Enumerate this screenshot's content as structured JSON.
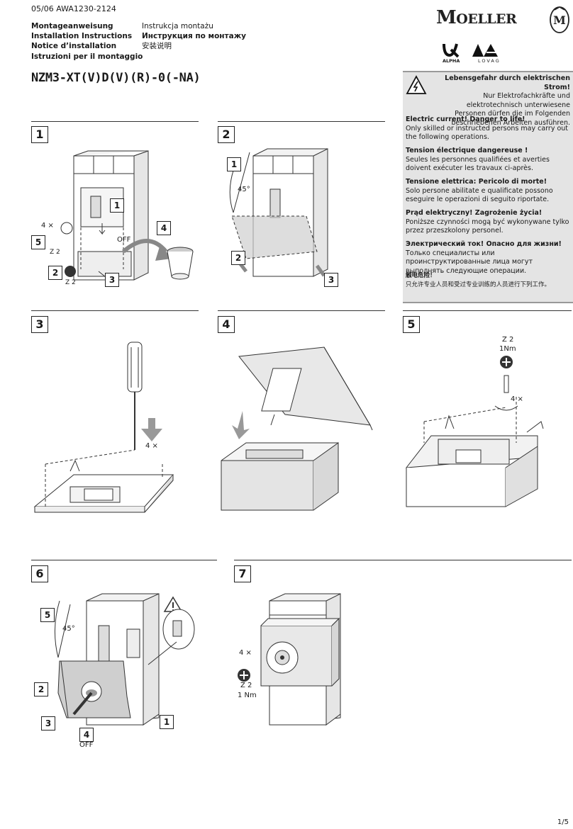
{
  "header": {
    "doc_number": "05/06 AWA1230-2124",
    "languages_left": [
      "Montageanweisung",
      "Installation Instructions",
      "Notice d’installation",
      "Istruzioni per il montaggio"
    ],
    "languages_right": [
      "Instrukcja montażu",
      "Инструкция по монтажу",
      "安装说明"
    ],
    "brand_initial": "M",
    "brand_rest": "OELLER",
    "sub_brand_1": "ALPHA",
    "sub_brand_2": "LOVAG"
  },
  "title": "NZM3-XT(V)D(V)(R)-0(-NA)",
  "warnings": [
    {
      "heading": "Lebensgefahr durch elektrischen Strom!",
      "text": "Nur Elektrofachkräfte und elektrotechnisch unterwiesene Personen dürfen die im Folgenden beschriebenen Arbeiten ausführen."
    },
    {
      "heading": "Electric current! Danger to life!",
      "text": "Only skilled or instructed persons may carry out the following operations."
    },
    {
      "heading": "Tension électrique dangereuse !",
      "text": "Seules les personnes qualifiées et averties doivent exécuter les travaux ci-après."
    },
    {
      "heading": "Tensione elettrica: Pericolo di morte!",
      "text": "Solo persone abilitate e qualificate possono eseguire le operazioni di seguito riportate."
    },
    {
      "heading": "Prąd elektryczny! Zagrożenie życia!",
      "text": "Poniższe czynności mogą być wykonywane tylko przez przeszkolony personel."
    },
    {
      "heading": "Электрический ток! Опасно для жизни!",
      "text": "Только специалисты или проинструктированные лица могут выполнять следующие операции."
    },
    {
      "heading": "触电危险！",
      "text": "只允许专业人员和受过专业训练的人员进行下列工作。"
    }
  ],
  "steps": {
    "s1": {
      "number": "1",
      "callouts": [
        "1",
        "2",
        "3",
        "4",
        "5"
      ],
      "qty": "4 ×",
      "tool": "Z 2",
      "tool2": "Z 2",
      "state": "OFF"
    },
    "s2": {
      "number": "2",
      "callouts": [
        "1",
        "2",
        "3"
      ],
      "angle": "45°"
    },
    "s3": {
      "number": "3",
      "qty": "4 ×"
    },
    "s4": {
      "number": "4"
    },
    "s5": {
      "number": "5",
      "tool": "Z 2",
      "torque": "1Nm",
      "qty": "4 ×"
    },
    "s6": {
      "number": "6",
      "callouts": [
        "1",
        "2",
        "3",
        "4",
        "5"
      ],
      "angle": "45°",
      "state": "OFF"
    },
    "s7": {
      "number": "7",
      "qty": "4 ×",
      "tool": "Z 2",
      "torque": "1 Nm"
    }
  },
  "page": "1/5"
}
